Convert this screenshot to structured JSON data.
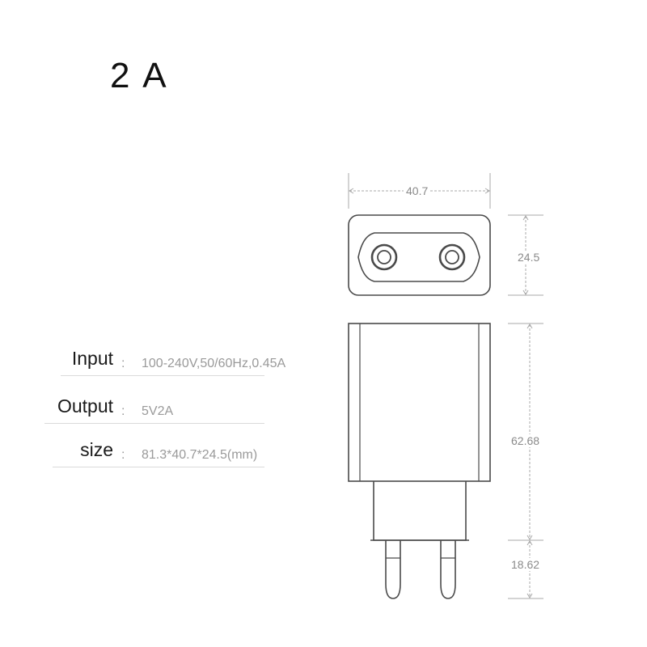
{
  "title": "2 A",
  "specs": [
    {
      "label": "Input",
      "colon": ":",
      "value": "100-240V,50/60Hz,0.45A"
    },
    {
      "label": "Output",
      "colon": ":",
      "value": "5V2A"
    },
    {
      "label": "size",
      "colon": ":",
      "value": "81.3*40.7*24.5(mm)"
    }
  ],
  "dimensions": {
    "width": "40.7",
    "depth": "24.5",
    "body_height": "62.68",
    "pin_length": "18.62"
  },
  "colors": {
    "outline": "#4a4a4a",
    "dim_line": "#a8a8a8",
    "text": "#8a8a8a"
  }
}
